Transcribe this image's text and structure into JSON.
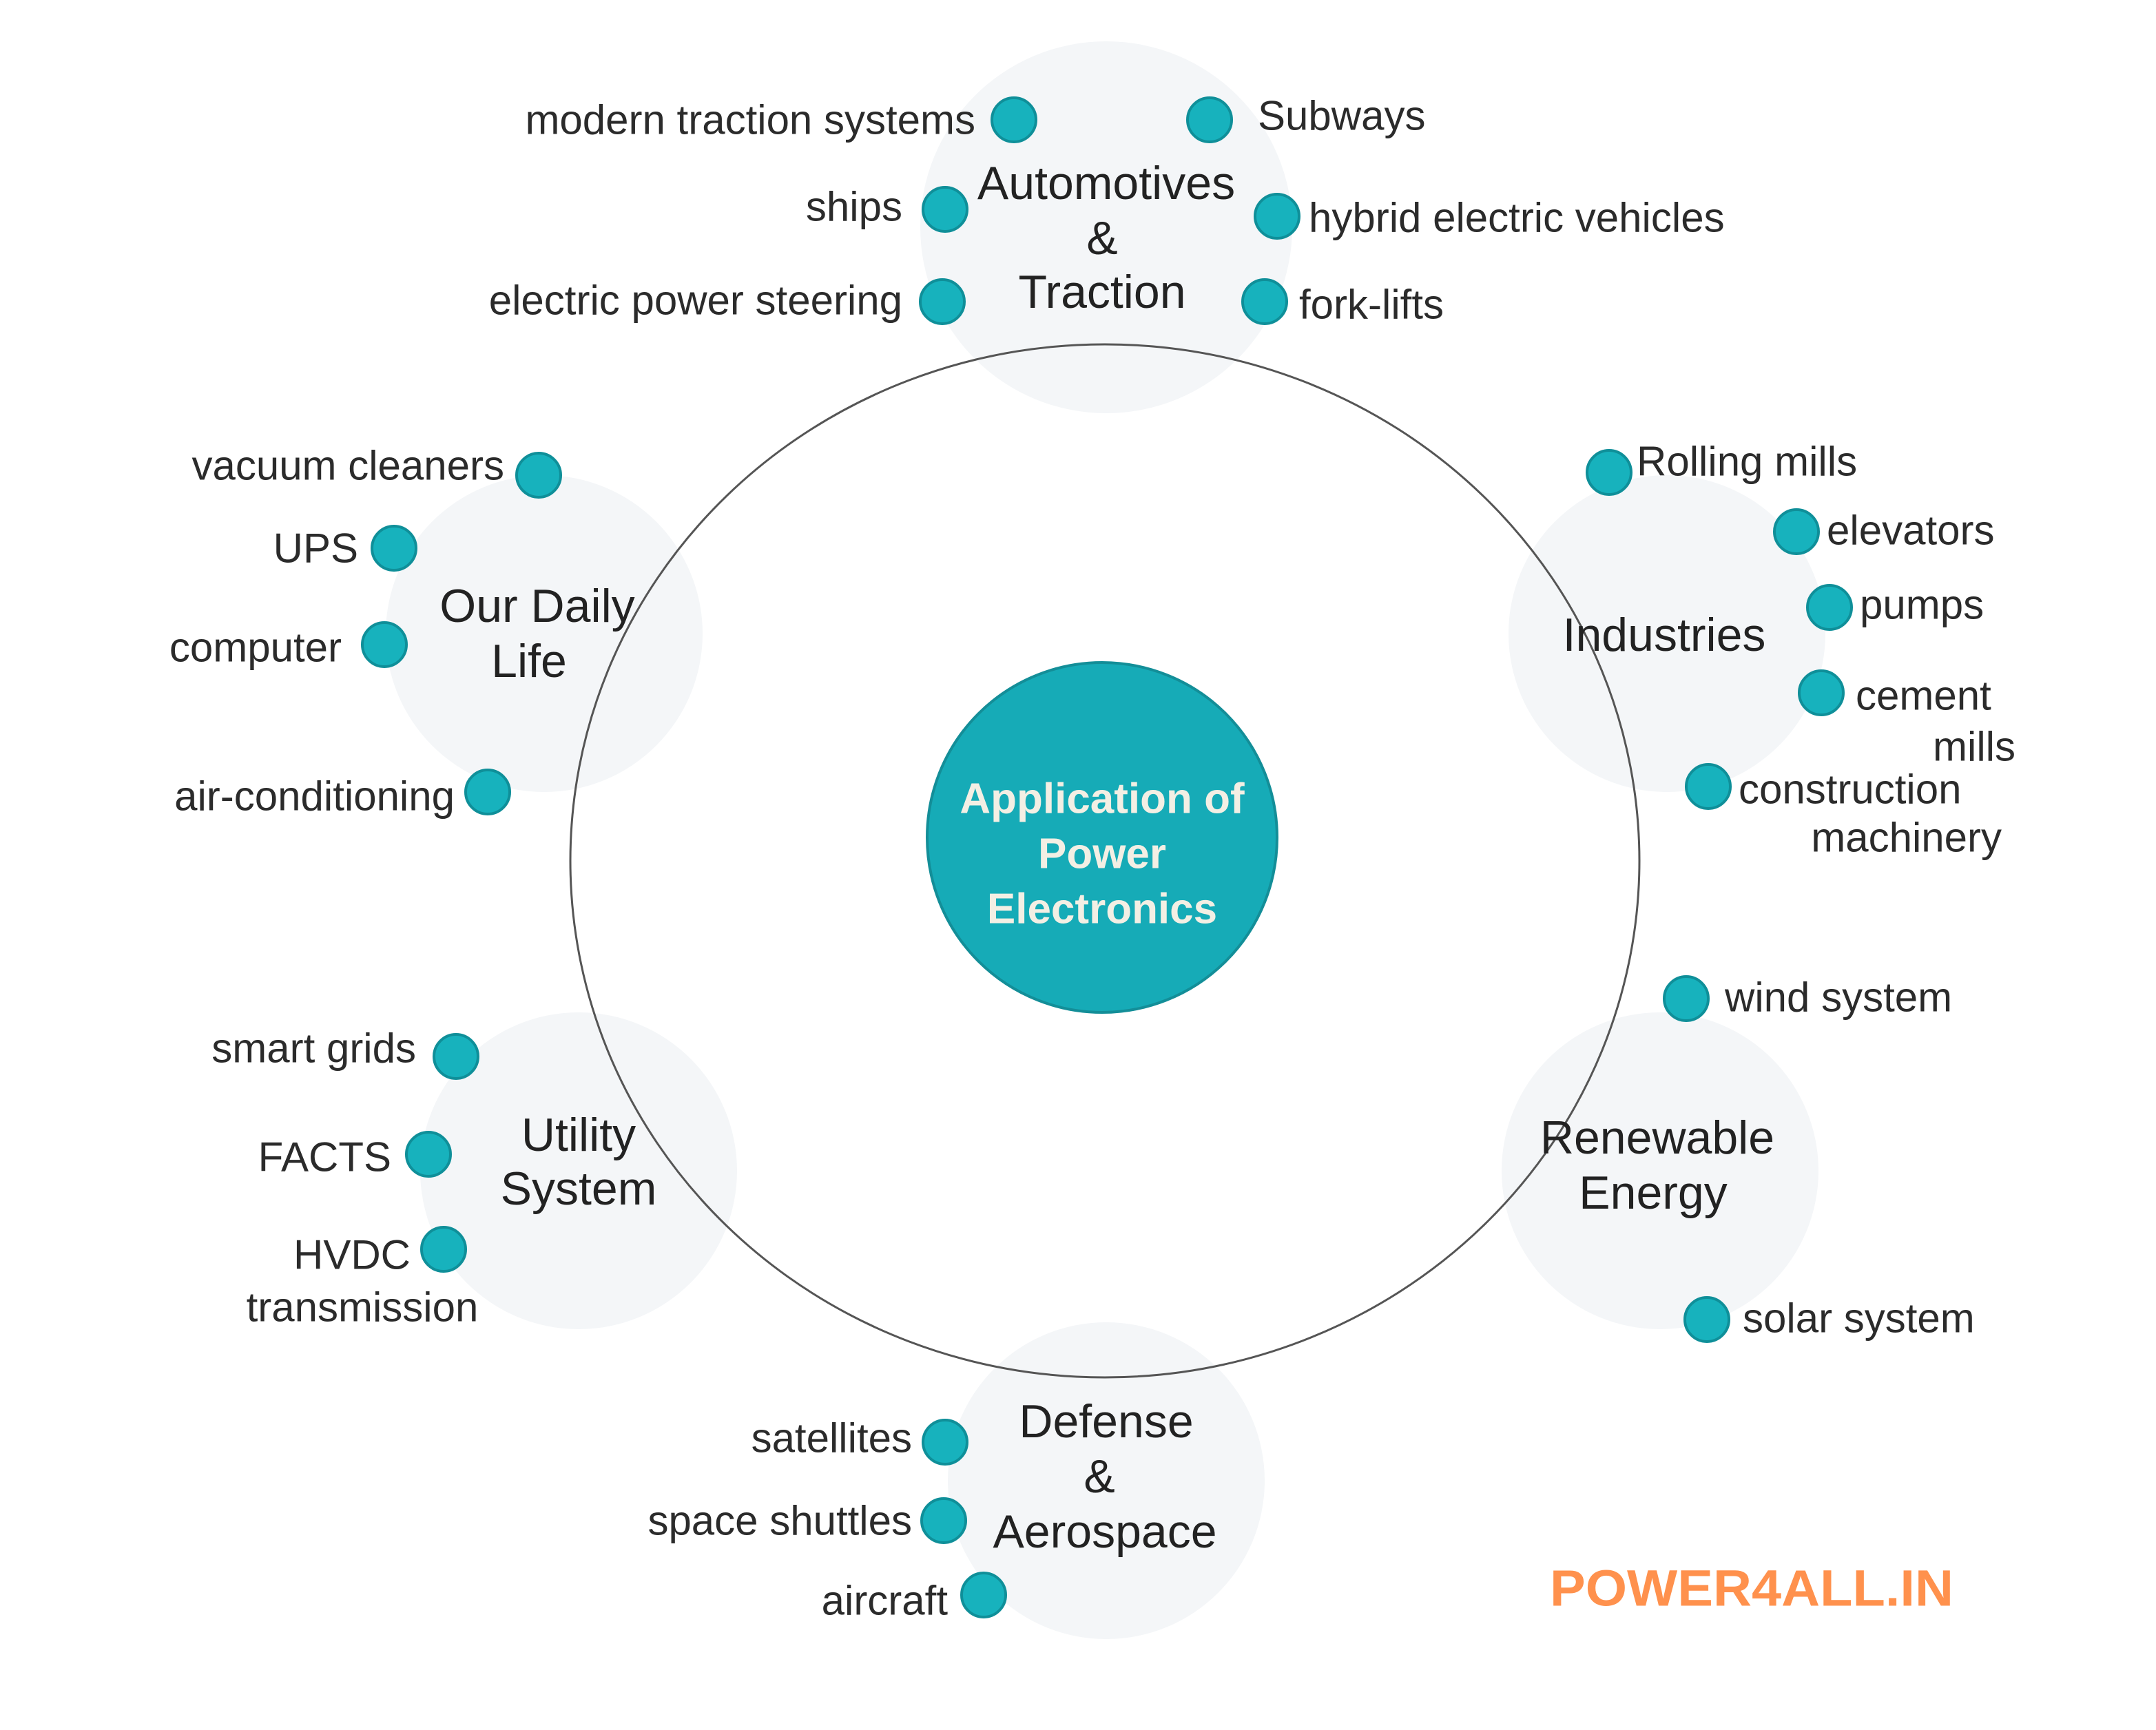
{
  "center": {
    "line1": "Application of",
    "line2": "Power",
    "line3": "Electronics"
  },
  "watermark": "POWER4ALL.IN",
  "logo": "POWER4ALL.IN",
  "colors": {
    "accent": "#17b2bd",
    "brand": "#ff914d"
  },
  "categories": {
    "automotive": {
      "line1": "Automotives",
      "line2": "&",
      "line3": "Traction",
      "items": [
        "modern traction systems",
        "Subways",
        "ships",
        "hybrid electric vehicles",
        "electric power steering",
        "fork-lifts"
      ]
    },
    "daily_life": {
      "line1": "Our Daily",
      "line2": "Life",
      "items": [
        "vacuum cleaners",
        "UPS",
        "computer",
        "air-conditioning"
      ]
    },
    "industries": {
      "line1": "Industries",
      "items": [
        "Rolling mills",
        "elevators",
        "pumps",
        "cement",
        "mills",
        "construction",
        "machinery"
      ]
    },
    "renewable": {
      "line1": "Renewable",
      "line2": "Energy",
      "items": [
        "wind system",
        "solar system"
      ]
    },
    "utility": {
      "line1": "Utility",
      "line2": "System",
      "items": [
        "smart grids",
        "FACTS",
        "HVDC",
        "transmission"
      ]
    },
    "defense": {
      "line1": "Defense",
      "line2": "&",
      "line3": "Aerospace",
      "items": [
        "satellites",
        "space shuttles",
        "aircraft"
      ]
    }
  }
}
